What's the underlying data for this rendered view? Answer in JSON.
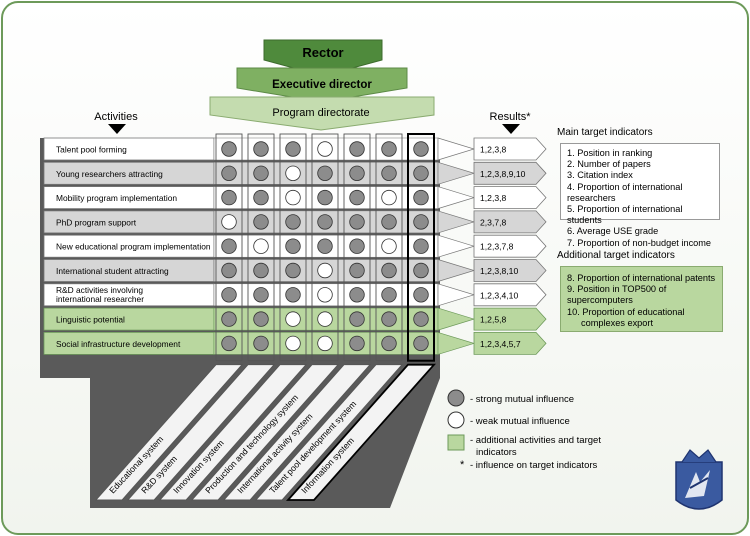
{
  "header": {
    "rector": "Rector",
    "executive": "Executive director",
    "directorate": "Program directorate"
  },
  "activities_label": "Activities",
  "results_label": "Results*",
  "activities": [
    {
      "label": "Talent pool forming",
      "label2": "",
      "shade": "white",
      "results": "1,2,3,8",
      "cells": [
        "s",
        "s",
        "s",
        "w",
        "s",
        "s",
        "s"
      ]
    },
    {
      "label": "Young researchers attracting",
      "label2": "",
      "shade": "gray",
      "results": "1,2,3,8,9,10",
      "cells": [
        "s",
        "s",
        "w",
        "s",
        "s",
        "s",
        "s"
      ]
    },
    {
      "label": "Mobility program implementation",
      "label2": "",
      "shade": "white",
      "results": "1,2,3,8",
      "cells": [
        "s",
        "s",
        "w",
        "s",
        "s",
        "w",
        "s"
      ]
    },
    {
      "label": "PhD program support",
      "label2": "",
      "shade": "gray",
      "results": "2,3,7,8",
      "cells": [
        "w",
        "s",
        "s",
        "s",
        "s",
        "s",
        "s"
      ]
    },
    {
      "label": "New educational program implementation",
      "label2": "",
      "shade": "white",
      "results": "1,2,3,7,8",
      "cells": [
        "s",
        "w",
        "s",
        "s",
        "s",
        "w",
        "s"
      ]
    },
    {
      "label": "International student attracting",
      "label2": "",
      "shade": "gray",
      "results": "1,2,3,8,10",
      "cells": [
        "s",
        "s",
        "s",
        "w",
        "s",
        "s",
        "s"
      ]
    },
    {
      "label": "R&D activities involving",
      "label2": "international researcher",
      "shade": "white",
      "results": "1,2,3,4,10",
      "cells": [
        "s",
        "s",
        "s",
        "w",
        "s",
        "s",
        "s"
      ]
    },
    {
      "label": "Linguistic potential",
      "label2": "",
      "shade": "green",
      "results": "1,2,5,8",
      "cells": [
        "s",
        "s",
        "w",
        "w",
        "s",
        "s",
        "s"
      ]
    },
    {
      "label": "Social infrastructure development",
      "label2": "",
      "shade": "green",
      "results": "1,2,3,4,5,7",
      "cells": [
        "s",
        "s",
        "w",
        "w",
        "s",
        "s",
        "s"
      ]
    }
  ],
  "systems": [
    "Educational system",
    "R&D system",
    "Innovation system",
    "Production and technology system",
    "International activity system",
    "Talent pool development system",
    "Information system"
  ],
  "main_indicators": {
    "title": "Main target indicators",
    "items": [
      "1. Position in ranking",
      "2. Number of papers",
      "3. Citation index",
      "4. Proportion of international researchers",
      "5. Proportion of international students",
      "6. Average USE grade",
      "7. Proportion of non-budget income"
    ]
  },
  "additional_indicators": {
    "title": "Additional target indicators",
    "items": [
      "8. Proportion of international patents",
      "9. Position in TOP500 of supercomputers",
      "10. Proportion of educational",
      "complexes export"
    ]
  },
  "legend": {
    "strong": "- strong mutual influence",
    "weak": "- weak mutual influence",
    "additional1": "- additional activities and target",
    "additional2": "indicators",
    "star": "*",
    "star_text": "- influence on target indicators"
  },
  "colors": {
    "rector": "#4f8a3c",
    "executive": "#7fb062",
    "directorate": "#c4dcaf",
    "green_row": "#b9d79f",
    "gray_row": "#d6d6d6",
    "strong": "#8c8c8c",
    "weak": "#ffffff",
    "frame": "#6d9a5a"
  }
}
